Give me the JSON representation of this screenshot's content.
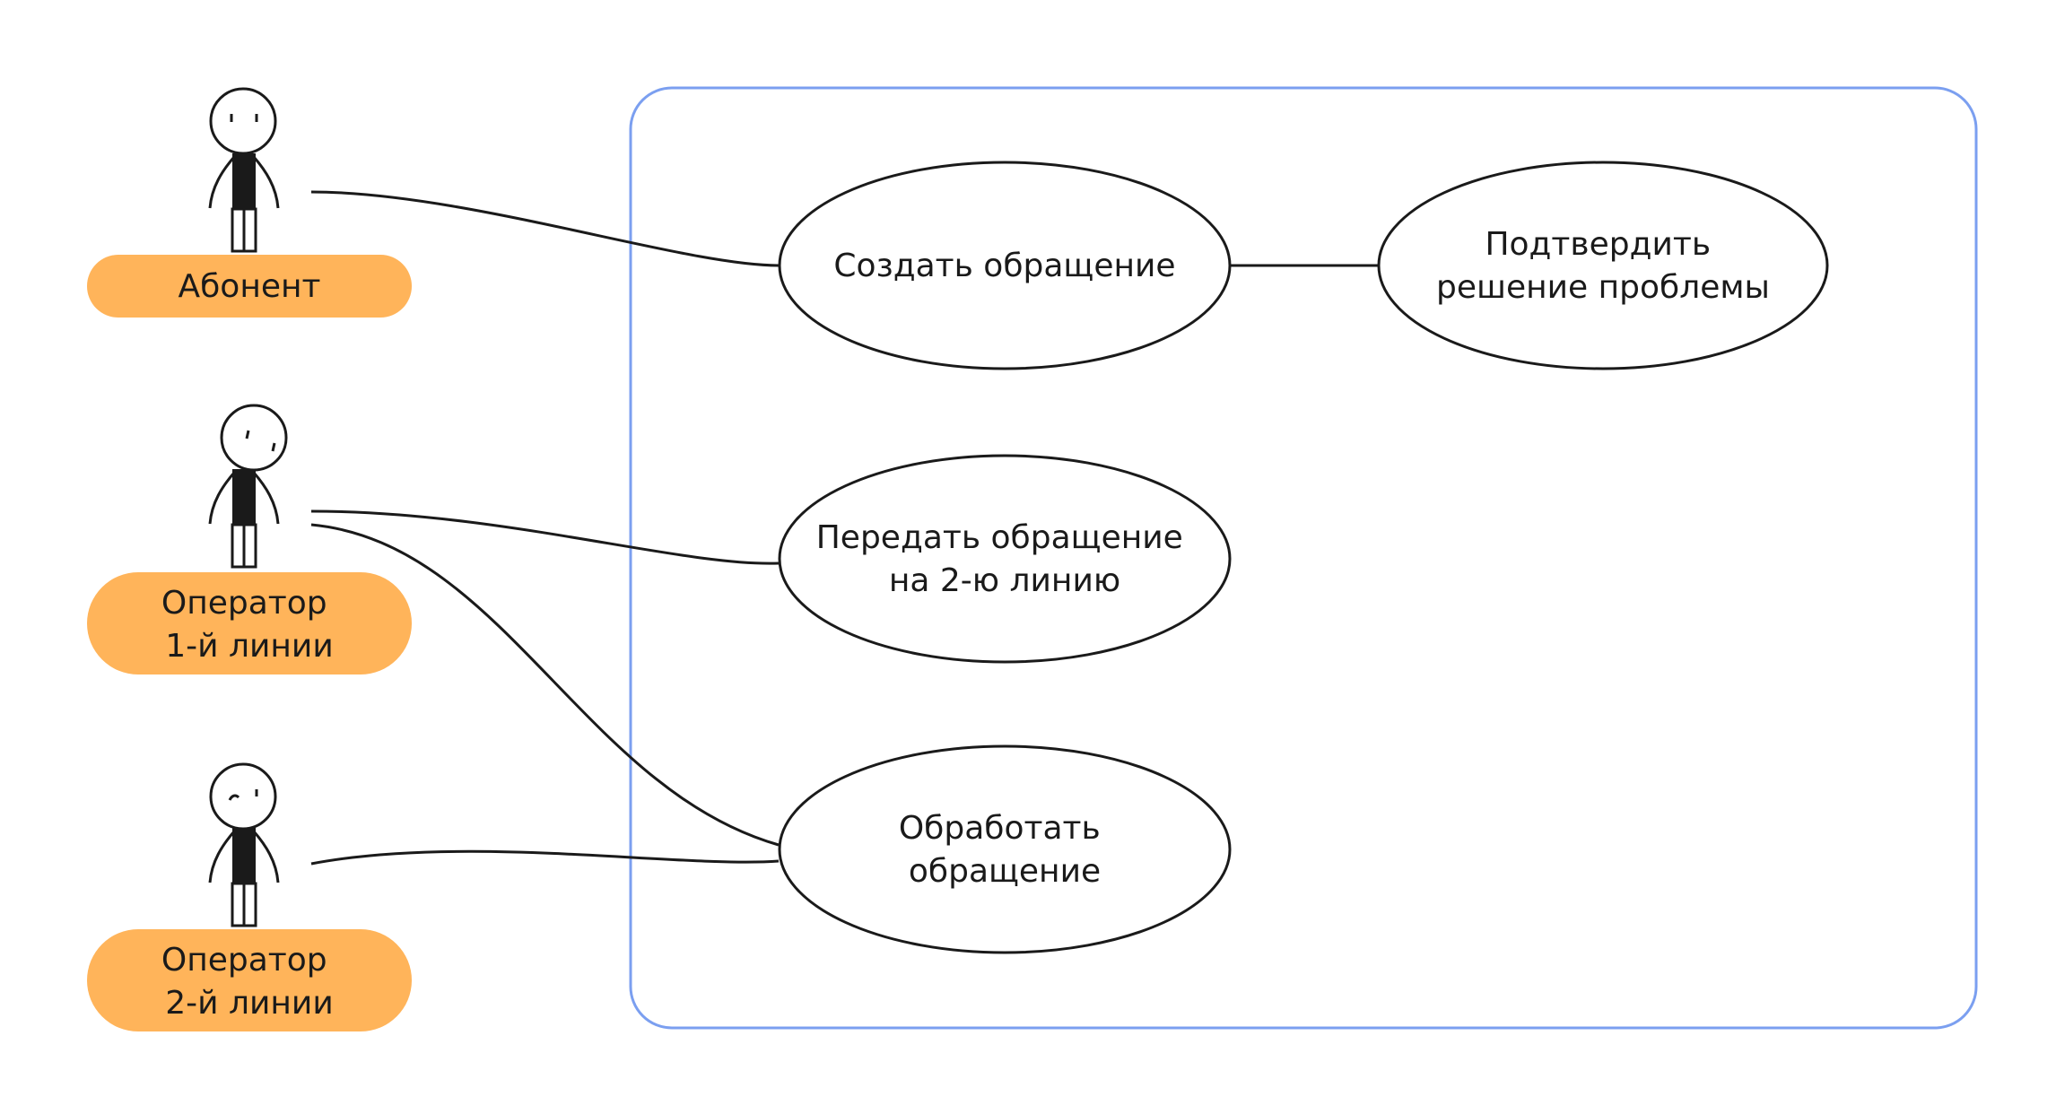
{
  "colors": {
    "background": "#ffffff",
    "system_boundary": "#7b9ff0",
    "actor_badge": "#ffb45a",
    "stroke": "#1a1a1a",
    "actor_body": "#1a1a1a"
  },
  "actors": [
    {
      "id": "subscriber",
      "label_lines": [
        "Абонент"
      ],
      "icon": "stick-figure-icon"
    },
    {
      "id": "operator1",
      "label_lines": [
        "Оператор",
        "1-й линии"
      ],
      "icon": "stick-figure-icon"
    },
    {
      "id": "operator2",
      "label_lines": [
        "Оператор",
        "2-й линии"
      ],
      "icon": "stick-figure-icon"
    }
  ],
  "use_cases": [
    {
      "id": "create",
      "label_lines": [
        "Создать обращение"
      ]
    },
    {
      "id": "confirm",
      "label_lines": [
        "Подтвердить",
        "решение проблемы"
      ]
    },
    {
      "id": "transfer",
      "label_lines": [
        "Передать обращение",
        "на 2-ю линию"
      ]
    },
    {
      "id": "process",
      "label_lines": [
        "Обработать",
        "обращение"
      ]
    }
  ],
  "associations": [
    {
      "from": "subscriber",
      "to": "create"
    },
    {
      "from": "create",
      "to": "confirm"
    },
    {
      "from": "operator1",
      "to": "transfer"
    },
    {
      "from": "operator1",
      "to": "process"
    },
    {
      "from": "operator2",
      "to": "process"
    }
  ]
}
